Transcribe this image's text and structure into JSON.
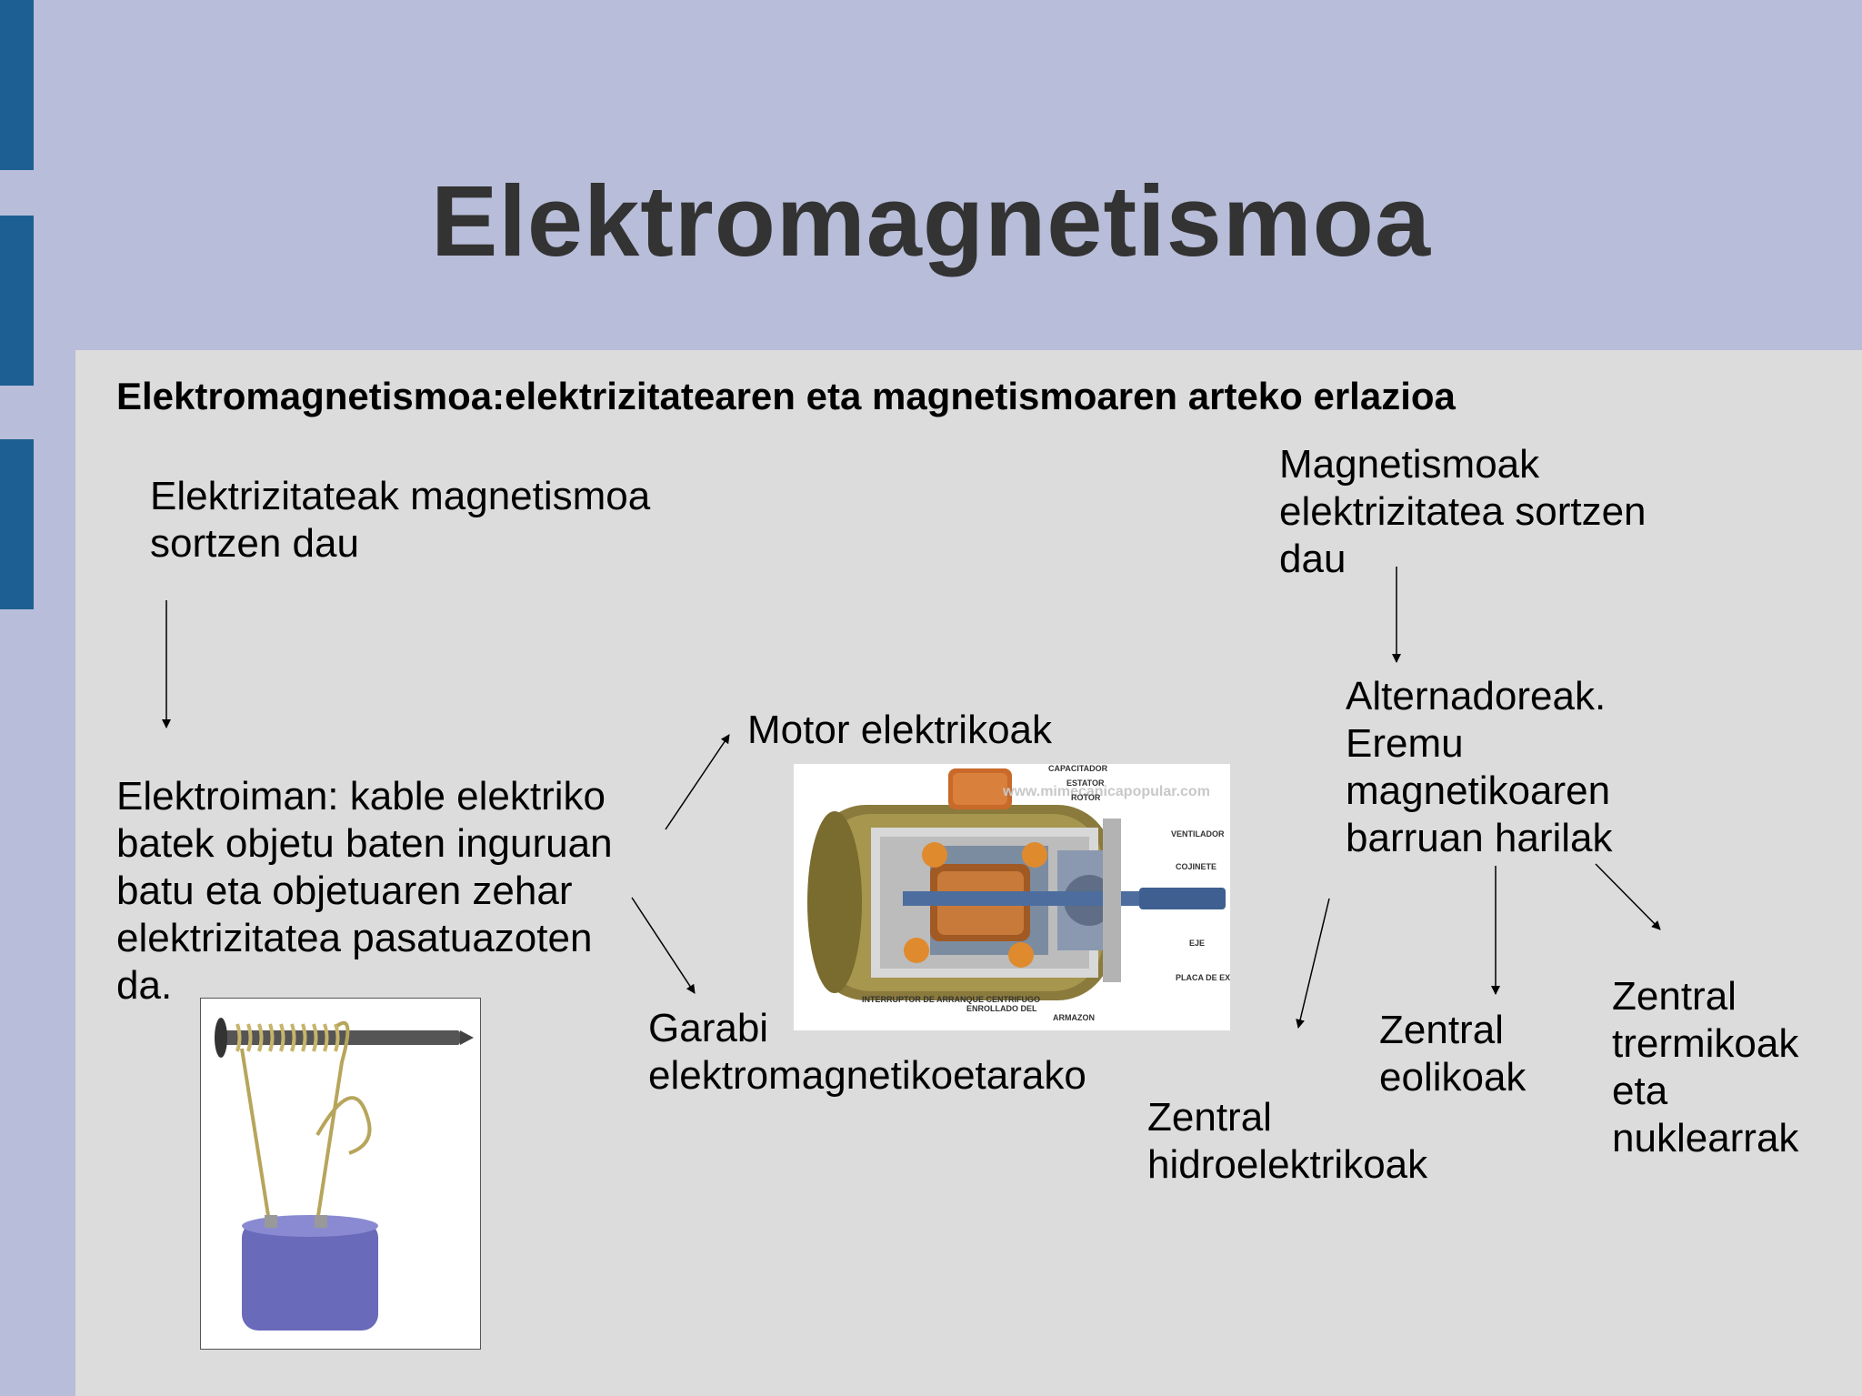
{
  "slide": {
    "title": "Elektromagnetismoa",
    "subtitle": "Elektromagnetismoa:elektrizitatearen eta magnetismoaren arteko erlazioa",
    "left_heading": "Elektrizitateak magnetismoa\nsortzen dau",
    "right_heading": "Magnetismoak\nelektrizitatea sortzen\ndau",
    "elektroiman": "Elektroiman: kable elektriko\nbatek objetu baten inguruan\nbatu eta objetuaren zehar\nelektrizitatea pasatuazoten\nda.",
    "motor": "Motor elektrikoak",
    "garabi": "Garabi\nelektromagnetikoetarako",
    "alternadoreak": "Alternadoreak.\nEremu\nmagnetikoaren\nbarruan harilak",
    "hidro": "Zentral\nhidroelektrikoak",
    "eolikoak": "Zentral\neolikoak",
    "termikoak": "Zentral\ntrermikoak\neta\nnuklearrak"
  },
  "motor_image": {
    "watermark": "www.mimecanicapopular.com",
    "labels": {
      "capacitador": "CAPACITADOR",
      "estator": "ESTATOR",
      "rotor": "ROTOR",
      "ventilador": "VENTILADOR",
      "cojinete": "COJINETE",
      "eje": "EJE",
      "placa": "PLACA DE EXTREMO",
      "interruptor": "INTERRUPTOR DE ARRANQUE CENTRIFUGO",
      "enrollado": "ENROLLADO DEL",
      "armazon": "ARMAZON"
    }
  },
  "colors": {
    "header_bg": "#b8bdd9",
    "content_bg": "#dcdcdc",
    "tab": "#1d5f92",
    "title": "#333333"
  }
}
